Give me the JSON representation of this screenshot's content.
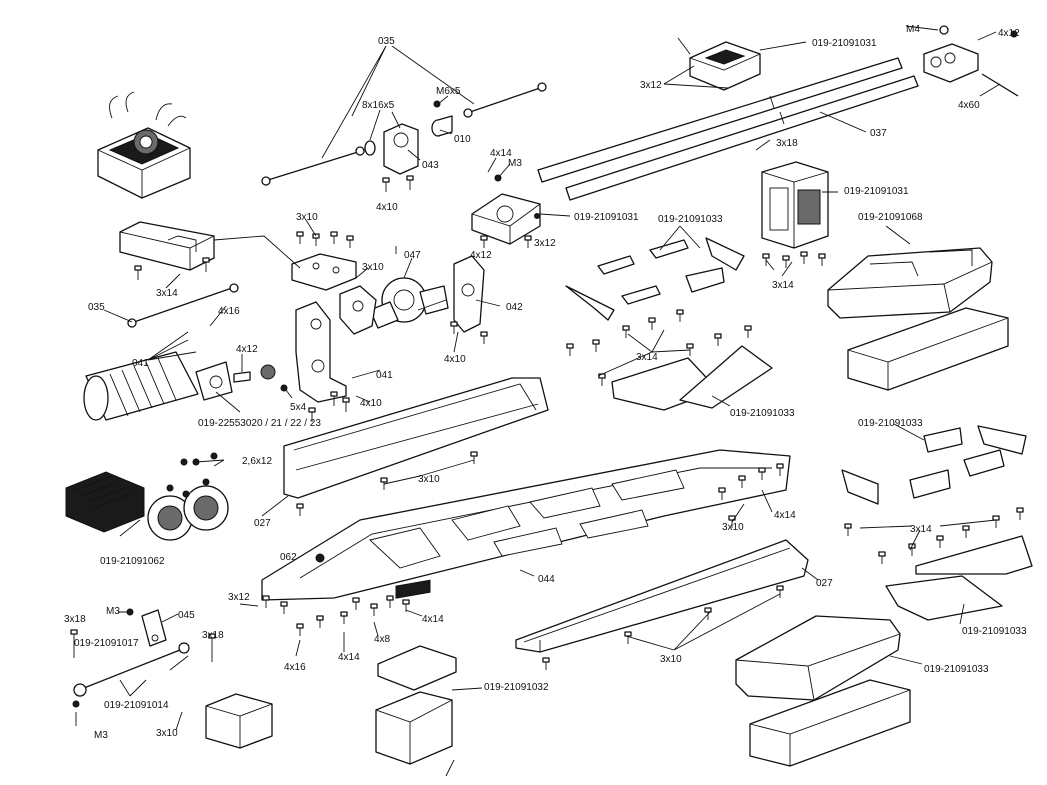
{
  "labels": {
    "l035a": "035",
    "l8x16x5": "8x16x5",
    "lm6x5": "M6x5",
    "l010": "010",
    "l043": "043",
    "l4x10a": "4x10",
    "l4x14a": "4x14",
    "lm3a": "M3",
    "l01921091031a": "019-21091031",
    "l4x12a": "4x12",
    "l3x12a": "3x12",
    "l3x10a": "3x10",
    "l3x14a": "3x14",
    "l3x10b": "3x10",
    "l047": "047",
    "l042": "042",
    "l4x10b": "4x10",
    "l035b": "035",
    "l4x16a": "4x16",
    "l041a": "041",
    "l4x12b": "4x12",
    "l041b": "041",
    "l5x4": "5x4",
    "l4x10c": "4x10",
    "l01922553020": "019-22553020 / 21 / 22 / 23",
    "lm4": "M4",
    "l4x12c": "4x12",
    "l3x12b": "3x12",
    "l01921091031b": "019-21091031",
    "l4x60": "4x60",
    "l037": "037",
    "l3x18a": "3x18",
    "l01921091031c": "019-21091031",
    "l01921091068": "019-21091068",
    "l3x14b": "3x14",
    "l01921091033a": "019-21091033",
    "l3x14c": "3x14",
    "l01921091033b": "019-21091033",
    "l26x12": "2,6x12",
    "l3x10c": "3x10",
    "l027a": "027",
    "l01921091062": "019-21091062",
    "l3x10d": "3x10",
    "l4x14b": "4x14",
    "l01921091033c": "019-21091033",
    "l3x14d": "3x14",
    "l062": "062",
    "l044": "044",
    "l027b": "027",
    "l01921091033d": "019-21091033",
    "l3x12c": "3x12",
    "l4x14c": "4x14",
    "l4x8": "4x8",
    "l4x16b": "4x16",
    "l4x14d": "4x14",
    "l3x10e": "3x10",
    "l01921091033e": "019-21091033",
    "l3x18b": "3x18",
    "lm3b": "M3",
    "l045": "045",
    "l01921091017": "019-21091017",
    "l3x18c": "3x18",
    "l01921091014": "019-21091014",
    "lm3c": "M3",
    "l3x10f": "3x10",
    "l01921091032": "019-21091032"
  }
}
